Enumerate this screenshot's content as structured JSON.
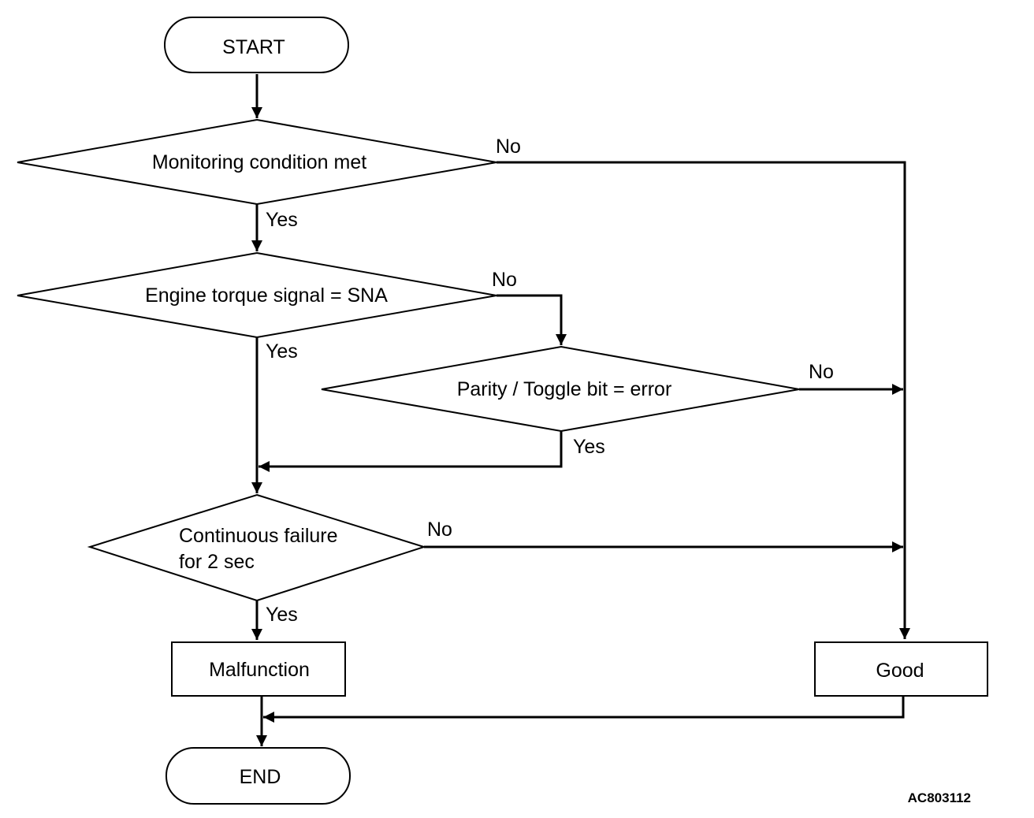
{
  "nodes": {
    "start": "START",
    "monitoring": "Monitoring condition met",
    "torque": "Engine torque signal  = SNA",
    "parity": "Parity / Toggle bit = error",
    "continuous_line1": "Continuous failure",
    "continuous_line2": "for 2 sec",
    "malfunction": "Malfunction",
    "good": "Good",
    "end": "END"
  },
  "edge_labels": {
    "monitoring_no": "No",
    "monitoring_yes": "Yes",
    "torque_no": "No",
    "torque_yes": "Yes",
    "parity_no": "No",
    "parity_yes": "Yes",
    "continuous_no": "No",
    "continuous_yes": "Yes"
  },
  "figure_code": "AC803112"
}
